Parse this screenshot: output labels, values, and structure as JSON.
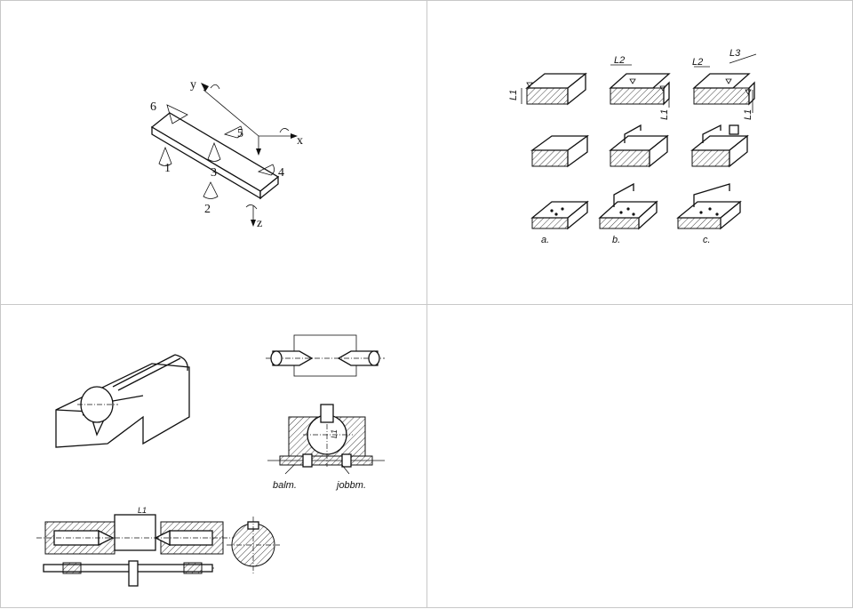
{
  "panel1": {
    "axes": {
      "x": "x",
      "y": "y",
      "z": "z"
    },
    "points": [
      "1",
      "2",
      "3",
      "4",
      "5",
      "6"
    ]
  },
  "panel2": {
    "dims": {
      "l1": "L1",
      "l2": "L2",
      "l3": "L3"
    },
    "captions": [
      "a.",
      "b.",
      "c."
    ]
  },
  "panel3": {
    "dim_l1": "L1",
    "labels": {
      "left": "balm.",
      "right": "jobbm."
    }
  },
  "colors": {
    "line": "#111111",
    "frame": "#c8c8c8",
    "background": "#ffffff"
  }
}
